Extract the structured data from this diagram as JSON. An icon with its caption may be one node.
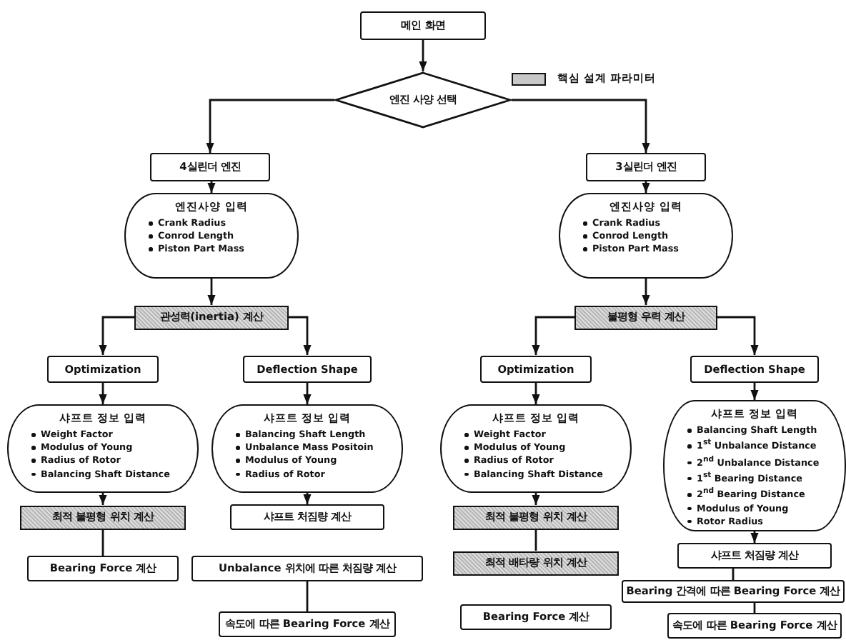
{
  "diagram": {
    "nodes": [
      {
        "text": [
          "메인 화면"
        ]
      },
      {
        "text": [
          "엔진 사양 선택"
        ]
      },
      {
        "text": [
          "4실린더 엔진"
        ]
      },
      {
        "text": [
          "3실린더 엔진"
        ]
      },
      {
        "text": [
          "엔진사양 입력",
          "Crank Radius",
          "Conrod Length",
          "Piston Part Mass"
        ]
      },
      {
        "text": [
          "엔진사양 입력",
          "Crank Radius",
          "Conrod Length",
          "Piston Part Mass"
        ]
      },
      {
        "text": [
          "관성력(inertia) 계산"
        ]
      },
      {
        "text": [
          "불평형 우력 계산"
        ]
      },
      {
        "text": [
          "Optimization"
        ]
      },
      {
        "text": [
          "Deflection Shape"
        ]
      },
      {
        "text": [
          "Optimization"
        ]
      },
      {
        "text": [
          "Deflection Shape"
        ]
      },
      {
        "text": [
          "샤프트 정보 입력",
          "Weight Factor",
          "Modulus of Young",
          "Radius of Rotor",
          "Balancing Shaft Distance"
        ]
      },
      {
        "text": [
          "샤프트 정보 입력",
          "Balancing Shaft Length",
          "Unbalance Mass Positoin",
          "Modulus of Young",
          "Radius of Rotor"
        ]
      },
      {
        "text": [
          "샤프트 정보 입력",
          "Weight Factor",
          "Modulus of Young",
          "Radius of Rotor",
          "Balancing Shaft Distance"
        ]
      },
      {
        "text": [
          "샤프트 정보 입력",
          "Balancing Shaft Length",
          "1$^{st}$ Unbalance Distance",
          "2$^{nd}$ Unbalance Distance",
          "1$^{st}$ Bearing Distance",
          "2$^{nd}$ Bearing Distance",
          "Modulus of Young",
          "Rotor Radius"
        ]
      },
      {
        "text": [
          "최적 불평형 위치 계산"
        ]
      },
      {
        "text": [
          "Bearing Force 계산"
        ]
      },
      {
        "text": [
          "샤프트 처짐량 계산"
        ]
      },
      {
        "text": [
          "Unbalance 위치에 따른 처짐량 계산"
        ]
      },
      {
        "text": [
          "속도에 따른 Bearing Force 계산"
        ]
      },
      {
        "text": [
          "최적 불평형 위치 계산"
        ]
      },
      {
        "text": [
          "최적 배타량 위치 계산"
        ]
      },
      {
        "text": [
          "Bearing Force 계산"
        ]
      },
      {
        "text": [
          "샤프트 처짐량 계산"
        ]
      },
      {
        "text": [
          "Bearing 간격에 따른 Bearing Force 계산"
        ]
      },
      {
        "text": [
          "속도에 따른 Bearing Force 계산"
        ]
      }
    ],
    "edges": [
      {
        "from": 0,
        "to": 1,
        "arrow": "to"
      },
      {
        "from": 1,
        "to": 2,
        "arrow": "to"
      },
      {
        "from": 1,
        "to": 3,
        "arrow": "to"
      },
      {
        "from": 2,
        "to": 4,
        "arrow": "to"
      },
      {
        "from": 3,
        "to": 5,
        "arrow": "to"
      },
      {
        "from": 4,
        "to": 6,
        "arrow": "to"
      },
      {
        "from": 5,
        "to": 7,
        "arrow": "to"
      },
      {
        "from": 6,
        "to": 8,
        "arrow": "to"
      },
      {
        "from": 6,
        "to": 9,
        "arrow": "to"
      },
      {
        "from": 7,
        "to": 10,
        "arrow": "to"
      },
      {
        "from": 7,
        "to": 11,
        "arrow": "to"
      },
      {
        "from": 8,
        "to": 12,
        "arrow": "to"
      },
      {
        "from": 9,
        "to": 13,
        "arrow": "to"
      },
      {
        "from": 10,
        "to": 14,
        "arrow": "to"
      },
      {
        "from": 11,
        "to": 15,
        "arrow": "to"
      },
      {
        "from": 12,
        "to": 16,
        "arrow": "to"
      },
      {
        "from": 13,
        "to": 18,
        "arrow": "to"
      },
      {
        "from": 14,
        "to": 21,
        "arrow": "to"
      },
      {
        "from": 15,
        "to": 24,
        "arrow": "to"
      },
      {
        "from": 16,
        "to": 17,
        "arrow": "none"
      },
      {
        "from": 19,
        "to": 20,
        "arrow": "none"
      },
      {
        "from": 21,
        "to": 22,
        "arrow": "none"
      },
      {
        "from": 24,
        "to": 25,
        "arrow": "none"
      },
      {
        "from": 25,
        "to": 26,
        "arrow": "none"
      }
    ],
    "legend": [
      {
        "text": "핵심 설계 파라미터",
        "color": "#c8c8c8"
      }
    ]
  }
}
